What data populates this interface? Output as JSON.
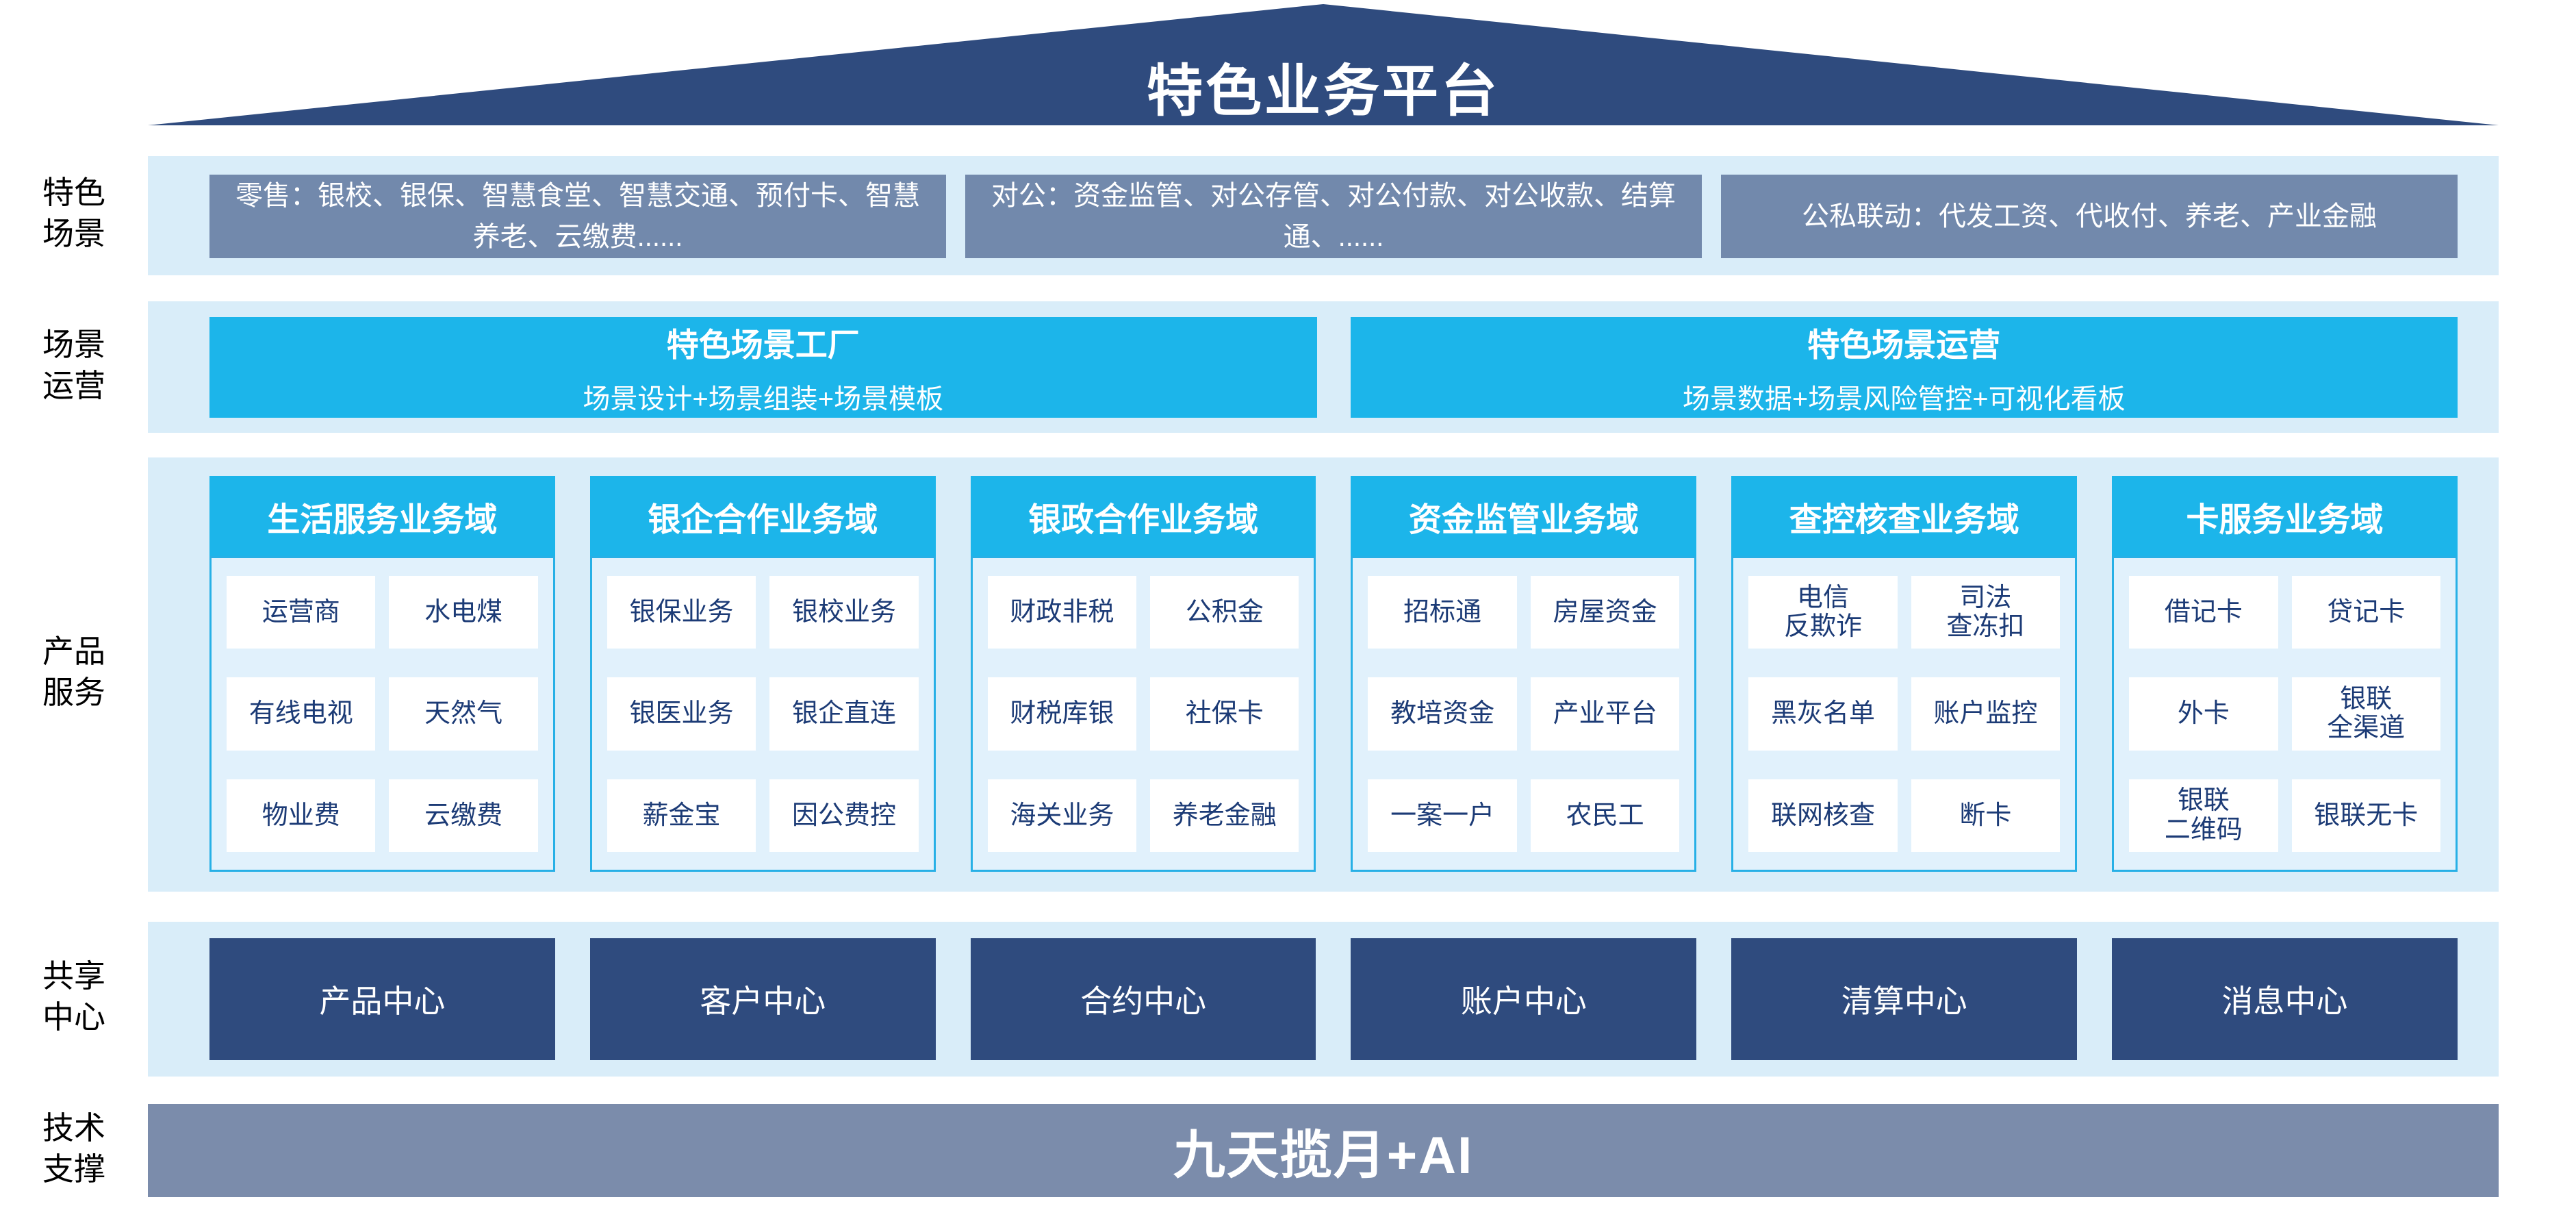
{
  "colors": {
    "roof_navy": "#2f4b7e",
    "band_light_blue": "#d9edf9",
    "scene_slate": "#7289ac",
    "accent_cyan": "#1cb5ea",
    "card_body_blue": "#e1f1fc",
    "card_border_cyan": "#27b0e6",
    "cell_text_navy": "#1c3b76",
    "share_navy": "#2f4b7e",
    "tech_gray": "#7b8cab"
  },
  "roof": {
    "title": "特色业务平台"
  },
  "left_labels": [
    "特色\n场景",
    "场景\n运营",
    "产品\n服务",
    "共享\n中心",
    "技术\n支撑"
  ],
  "scene_row": {
    "boxes": [
      "零售：银校、银保、智慧食堂、智慧交通、预付卡、智慧养老、云缴费......",
      "对公：资金监管、对公存管、对公付款、对公收款、结算通、......",
      "公私联动：代发工资、代收付、养老、产业金融"
    ]
  },
  "operation_row": {
    "boxes": [
      {
        "title": "特色场景工厂",
        "subtitle": "场景设计+场景组装+场景模板"
      },
      {
        "title": "特色场景运营",
        "subtitle": "场景数据+场景风险管控+可视化看板"
      }
    ]
  },
  "product_row": {
    "columns": [
      {
        "header": "生活服务业务域",
        "cells": [
          "运营商",
          "水电煤",
          "有线电视",
          "天然气",
          "物业费",
          "云缴费"
        ]
      },
      {
        "header": "银企合作业务域",
        "cells": [
          "银保业务",
          "银校业务",
          "银医业务",
          "银企直连",
          "薪金宝",
          "因公费控"
        ]
      },
      {
        "header": "银政合作业务域",
        "cells": [
          "财政非税",
          "公积金",
          "财税库银",
          "社保卡",
          "海关业务",
          "养老金融"
        ]
      },
      {
        "header": "资金监管业务域",
        "cells": [
          "招标通",
          "房屋资金",
          "教培资金",
          "产业平台",
          "一案一户",
          "农民工"
        ]
      },
      {
        "header": "查控核查业务域",
        "cells": [
          "电信\n反欺诈",
          "司法\n查冻扣",
          "黑灰名单",
          "账户监控",
          "联网核查",
          "断卡"
        ]
      },
      {
        "header": "卡服务业务域",
        "cells": [
          "借记卡",
          "贷记卡",
          "外卡",
          "银联\n全渠道",
          "银联\n二维码",
          "银联无卡"
        ]
      }
    ]
  },
  "share_row": {
    "boxes": [
      "产品中心",
      "客户中心",
      "合约中心",
      "账户中心",
      "清算中心",
      "消息中心"
    ]
  },
  "tech_row": {
    "title": "九天揽月+AI"
  }
}
